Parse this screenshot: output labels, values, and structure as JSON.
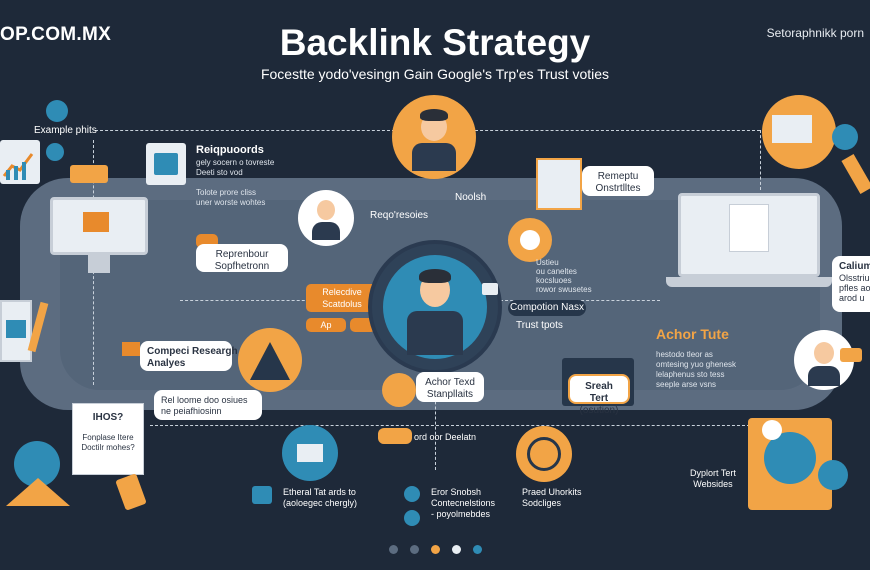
{
  "header": {
    "brand": "OP.COM.MX",
    "brand_right": "Setoraphnikk porn",
    "title": "Backlink Strategy",
    "subtitle": "Focestte yodo'vesingn Gain Google's Trp'es Trust voties"
  },
  "nodes": {
    "example_phits": "Example phits",
    "keywords_title": "Reiqpuoords",
    "keywords_text": "gely socern o tovreste\nDeeti sto vod\n\nTolote prore cliss\nuner worste wohtes",
    "top_person_label": "Noolsh",
    "responses_label": "Reqo'resoies",
    "reprenbour_title": "Reprenbour",
    "reprenbour_sub": "Sopfhetronn",
    "relective_title": "Relecdive",
    "relective_sub": "Scatdolus",
    "pill_small": "Ap",
    "remeptu_title": "Remeptu",
    "remeptu_sub": "Onstrtlltes",
    "right_small_text": "Ustieu\nou caneltes\nkocsluoes\nrowor swusetes",
    "compotion_title": "Compotion Nasx",
    "trust_label": "Trust tpots",
    "achor_tute": "Achor Tute",
    "achor_tute_text": "hestodo tleor as\nomtesing yuo ghenesk\nlelaphenus sto tess\nseeple arse vsns",
    "competi_research": "Compeci Researgh\nAnalyes",
    "rel_text": "Rel loome doo osiues\nne peiafhiosinn",
    "anchor_text_title": "Achor Texd",
    "anchor_text_sub": "Stanpllaits",
    "sreah_tert": "Sreah Tert",
    "sreah_sub": "(osution)",
    "calumn_title": "Caliumr",
    "calumn_text": "Olsstriu\npfles aou\narod u",
    "doc_title": "IHOS?",
    "doc_text": "Fonplase Itere\nDoctilr mohes?",
    "row_label_1": "Etheral Tat ards to\n(aoloegec chergly)",
    "row_label_2": "Eror Snobsh\nContecnelstions\n- poyolmebdes",
    "row_label_3": "Praed Uhorkits\nSodcliges",
    "row_label_4": "Dyplort Tert\nWebsides",
    "row_label_5": "ord oor Deelatn"
  },
  "colors": {
    "background": "#1e2939",
    "band": "#5c6c80",
    "accent_orange": "#f2a446",
    "accent_blue": "#2f8cb5"
  },
  "pagination": [
    "dot-1",
    "dot-2",
    "dot-3",
    "dot-4",
    "dot-5"
  ]
}
